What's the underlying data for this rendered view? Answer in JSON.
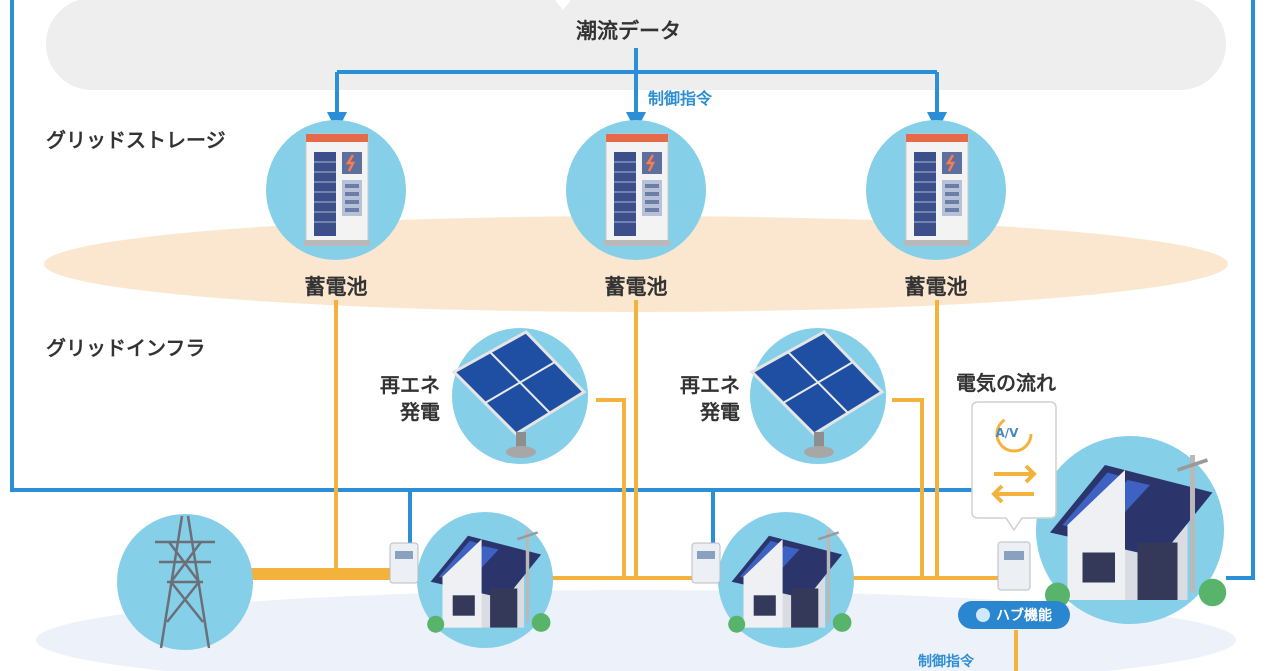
{
  "top_bar": {
    "label": "潮流データ"
  },
  "command_label": "制御指令",
  "sections": {
    "storage": "グリッドストレージ",
    "infra": "グリッドインフラ"
  },
  "batteries": [
    {
      "label": "蓄電池"
    },
    {
      "label": "蓄電池"
    },
    {
      "label": "蓄電池"
    }
  ],
  "solar": [
    {
      "line1": "再エネ",
      "line2": "発電"
    },
    {
      "line1": "再エネ",
      "line2": "発電"
    }
  ],
  "power_flow_label": "電気の流れ",
  "meter_display": "A/V",
  "hub": {
    "label": "ハブ機能"
  },
  "bottom_command_label": "制御指令",
  "colors": {
    "blue_line": "#2a8fd6",
    "power_line": "#f2b23c",
    "icon_circle": "#86cfe8",
    "storage_band": "#fbe7cf",
    "data_band": "#eeeeee"
  },
  "icons": {
    "battery": "battery-storage-icon",
    "solar": "solar-panel-icon",
    "house": "solar-house-icon",
    "tower": "transmission-tower-icon",
    "meter": "smart-meter-icon"
  }
}
